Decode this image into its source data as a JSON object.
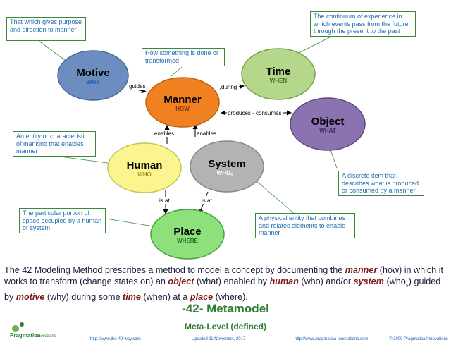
{
  "nodes": {
    "motive": {
      "title": "Motive",
      "sub": "WHY"
    },
    "manner": {
      "title": "Manner",
      "sub": "HOW"
    },
    "time": {
      "title": "Time",
      "sub": "WHEN"
    },
    "object": {
      "title": "Object",
      "sub": "WHAT"
    },
    "human": {
      "title": "Human",
      "sub": "WHO"
    },
    "system": {
      "title": "System",
      "sub": "WHO",
      "sub_suffix": "S"
    },
    "place": {
      "title": "Place",
      "sub": "WHERE"
    }
  },
  "relations": {
    "guides": "guides",
    "during": "during",
    "produces": "produces - consumes",
    "enables_human": "enables",
    "enables_system": "enables",
    "isat_human": "is at",
    "isat_system": "is at"
  },
  "callouts": {
    "motive": "That which gives purpose and direction to manner",
    "manner": "How something is done or transformed",
    "time": "The continuum of experience in which events pass from the future through the present to the past",
    "human": "An entity or characteristic of mankind that enables manner",
    "object": "A discrete item that describes what is produced or consumed by a manner",
    "place": "The particular portion of space occupied by a human or system",
    "system": "A physical entity that combines and relates elements to enable manner"
  },
  "description": {
    "p1": "The 42 Modeling Method prescribes a method to model a concept by documenting the ",
    "manner": "manner",
    "p2": " (how) in which it works to transform (change states on) an ",
    "object": "object",
    "p3": " (what) enabled by ",
    "human": "human",
    "p4": " (who) and/or ",
    "system": "system",
    "p5": " (who",
    "p5_sub": "s",
    "p6": ") guided by ",
    "motive": "motive",
    "p7": " (why) during some ",
    "time": "time",
    "p8": " (when) at a ",
    "place": "place",
    "p9": " (where)."
  },
  "title": "-42- Metamodel",
  "subtitle": "Meta-Level (defined)",
  "footer": {
    "logo_name": "Pragmatica",
    "logo_name2": "Innovations",
    "url1": "http://www.the-42-way.com",
    "updated": "Updated 11 November, 2017",
    "url2": "http://www.pragmatica-innovations.com",
    "copyright": "© 2009 Pragmatica Innovations"
  },
  "colors": {
    "motive": "#6b8dbf",
    "manner": "#f08020",
    "time": "#b5d78a",
    "object": "#8b72b0",
    "human": "#fbf590",
    "system": "#b3b3b3",
    "place": "#8de07a",
    "callout_border": "#3a8a3a",
    "callout_text": "#1f6fb2"
  }
}
